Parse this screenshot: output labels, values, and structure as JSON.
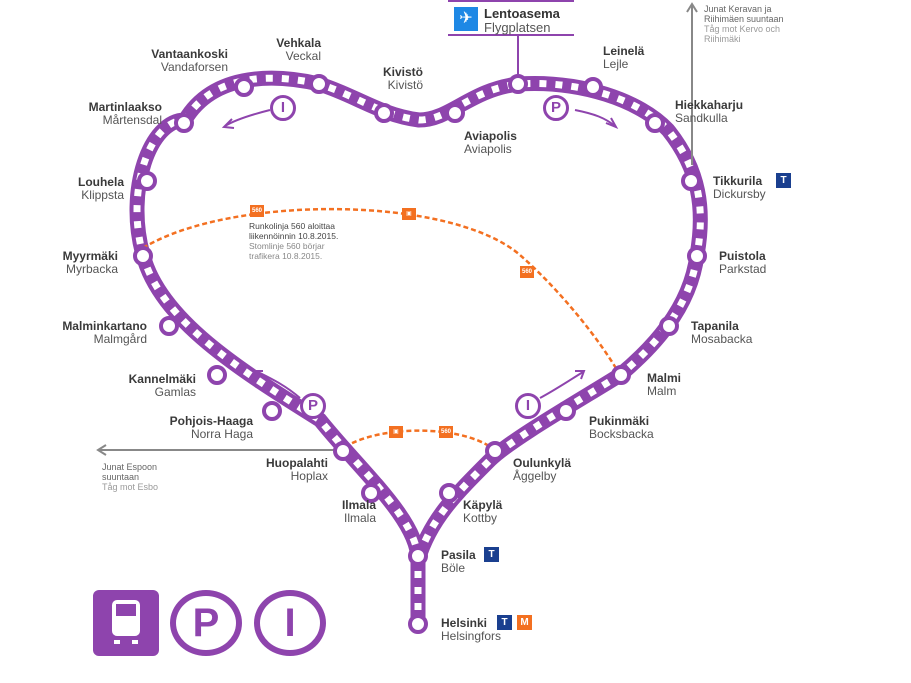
{
  "colors": {
    "line": "#8e44ad",
    "bus": "#f37021",
    "train_badge": "#1a3f8f",
    "metro_badge": "#f37021",
    "arrow": "#888888"
  },
  "airport": {
    "icon": "airplane-icon",
    "fi": "Lentoasema",
    "sv": "Flygplatsen"
  },
  "stations": {
    "vantaankoski": {
      "fi": "Vantaankoski",
      "sv": "Vandaforsen"
    },
    "vehkala": {
      "fi": "Vehkala",
      "sv": "Veckal"
    },
    "kivisto": {
      "fi": "Kivistö",
      "sv": "Kivistö"
    },
    "aviapolis": {
      "fi": "Aviapolis",
      "sv": "Aviapolis"
    },
    "leinela": {
      "fi": "Leinelä",
      "sv": "Lejle"
    },
    "hiekkaharju": {
      "fi": "Hiekkaharju",
      "sv": "Sandkulla"
    },
    "martinlaakso": {
      "fi": "Martinlaakso",
      "sv": "Mårtensdal"
    },
    "louhela": {
      "fi": "Louhela",
      "sv": "Klippsta"
    },
    "tikkurila": {
      "fi": "Tikkurila",
      "sv": "Dickursby"
    },
    "myyrmaki": {
      "fi": "Myyrmäki",
      "sv": "Myrbacka"
    },
    "puistola": {
      "fi": "Puistola",
      "sv": "Parkstad"
    },
    "malminkartano": {
      "fi": "Malminkartano",
      "sv": "Malmgård"
    },
    "tapanila": {
      "fi": "Tapanila",
      "sv": "Mosabacka"
    },
    "kannelmaki": {
      "fi": "Kannelmäki",
      "sv": "Gamlas"
    },
    "malmi": {
      "fi": "Malmi",
      "sv": "Malm"
    },
    "pohjoishaaga": {
      "fi": "Pohjois-Haaga",
      "sv": "Norra Haga"
    },
    "pukinmaki": {
      "fi": "Pukinmäki",
      "sv": "Bocksbacka"
    },
    "huopalahti": {
      "fi": "Huopalahti",
      "sv": "Hoplax"
    },
    "oulunkyla": {
      "fi": "Oulunkylä",
      "sv": "Åggelby"
    },
    "ilmala": {
      "fi": "Ilmala",
      "sv": "Ilmala"
    },
    "kapyla": {
      "fi": "Käpylä",
      "sv": "Kottby"
    },
    "pasila": {
      "fi": "Pasila",
      "sv": "Böle"
    },
    "helsinki": {
      "fi": "Helsinki",
      "sv": "Helsingfors"
    }
  },
  "notes": {
    "kerava": {
      "fi1": "Junat Keravan ja",
      "fi2": "Riihimäen suuntaan",
      "sv1": "Tåg mot Kervo och",
      "sv2": "Riihimäki"
    },
    "espoo": {
      "fi1": "Junat Espoon",
      "fi2": "suuntaan",
      "sv1": "Tåg mot Esbo"
    },
    "bus": {
      "fi1": "Runkolinja 560 aloittaa",
      "fi2": "liikennöinnin 10.8.2015.",
      "sv1": "Stomlinje 560 börjar",
      "sv2": "trafikera 10.8.2015."
    }
  },
  "bus_tag": "560",
  "badges": {
    "train": "T",
    "metro": "M"
  },
  "legend": {
    "park": "P",
    "info": "I"
  }
}
